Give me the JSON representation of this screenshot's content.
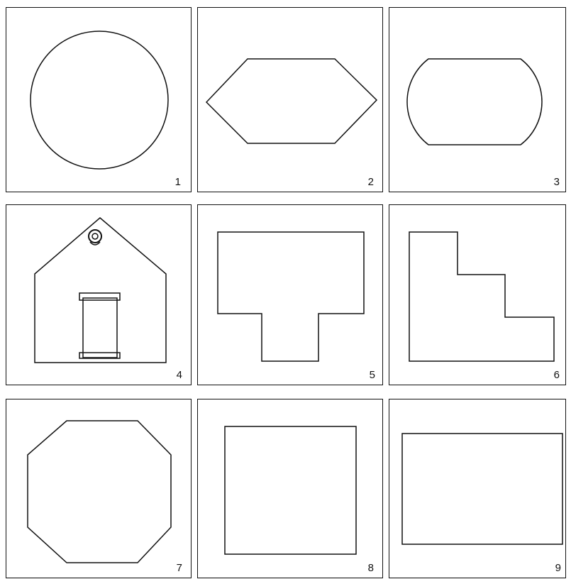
{
  "panels": [
    {
      "number": "1",
      "shape_icon": "circle-icon"
    },
    {
      "number": "2",
      "shape_icon": "hexagon-icon"
    },
    {
      "number": "3",
      "shape_icon": "truncated-circle-icon"
    },
    {
      "number": "4",
      "shape_icon": "house-icon"
    },
    {
      "number": "5",
      "shape_icon": "t-shape-icon"
    },
    {
      "number": "6",
      "shape_icon": "staircase-icon"
    },
    {
      "number": "7",
      "shape_icon": "octagon-icon"
    },
    {
      "number": "8",
      "shape_icon": "square-icon"
    },
    {
      "number": "9",
      "shape_icon": "rectangle-icon"
    }
  ],
  "colors": {
    "stroke": "#111111",
    "background": "#ffffff"
  }
}
